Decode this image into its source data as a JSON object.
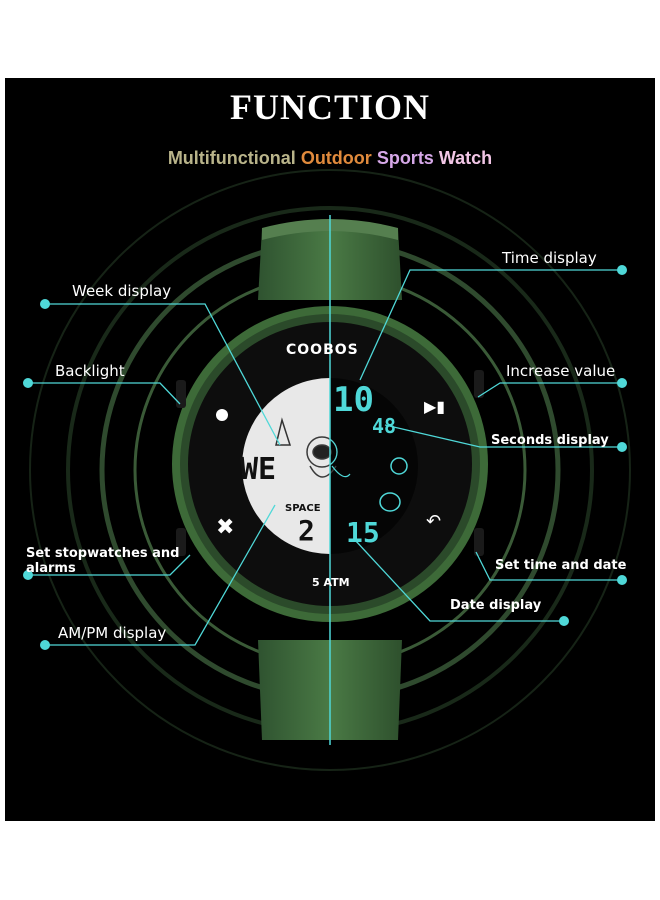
{
  "header": {
    "title": "FUNCTION",
    "subtitle": [
      "Multifunctional",
      "Outdoor",
      "Sports",
      "Watch"
    ]
  },
  "colors": {
    "accent": "#4fd8d8",
    "band": "#3f6b3a",
    "subtitle_words": [
      "#b9b48a",
      "#e08a3c",
      "#d6a8e8",
      "#f2c6e6"
    ]
  },
  "watch": {
    "brand": "COOBOS",
    "water_rating": "5 ATM",
    "face_label": "SPACE",
    "week_digits": "WE",
    "ampm_digit": "2",
    "time_digits": "10",
    "seconds_digits": "48",
    "date_digits": "15"
  },
  "callouts": {
    "week": "Week display",
    "backlight": "Backlight",
    "stopwatch_line1": "Set stopwatches and",
    "stopwatch_line2": "alarms",
    "ampm": "AM/PM display",
    "time": "Time display",
    "increase": "Increase value",
    "seconds": "Seconds display",
    "set_time": "Set time and date",
    "date": "Date display"
  }
}
